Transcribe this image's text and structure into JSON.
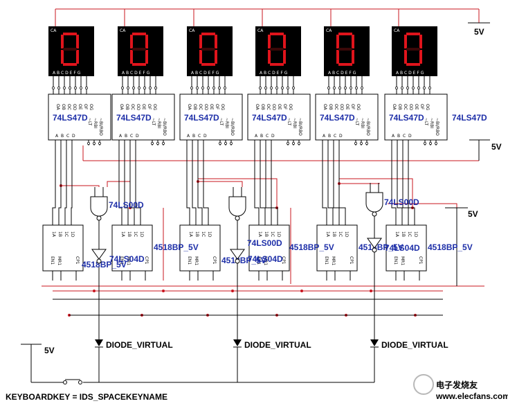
{
  "colors": {
    "wire_red": "#c8141e",
    "wire_black": "#000000",
    "label_blue": "#1e2fa8",
    "display_bg": "#000000",
    "segment_on": "#e0141c",
    "segment_off": "#3a0808"
  },
  "supply_label": "5V",
  "displays": {
    "corner_label": "CA",
    "pin_letters": "A B C D E F G",
    "digit_shown": "0",
    "count": 6
  },
  "decoder": {
    "part": "74LS47D",
    "top_pins": [
      "OA",
      "OB",
      "OC",
      "OD",
      "OE",
      "OF",
      "OG"
    ],
    "bottom_pins": [
      "A",
      "B",
      "C",
      "D"
    ],
    "ctrl_pins": [
      "~LT",
      "~RBI",
      "~BI/RBO"
    ]
  },
  "counter": {
    "part": "4518BP_5V",
    "pins": [
      "1A",
      "1B",
      "1C",
      "1D"
    ],
    "ctrl_pins": [
      "EN1",
      "MR1",
      "CP1"
    ]
  },
  "gates": {
    "nand": "74LS00D",
    "inverter": "74LS04D"
  },
  "diode_label": "DIODE_VIRTUAL",
  "keyboard_label": "KEYBOARDKEY = IDS_SPACEKEYNAME",
  "watermark": {
    "cn": "电子发烧友",
    "url": "www.elecfans.com"
  }
}
